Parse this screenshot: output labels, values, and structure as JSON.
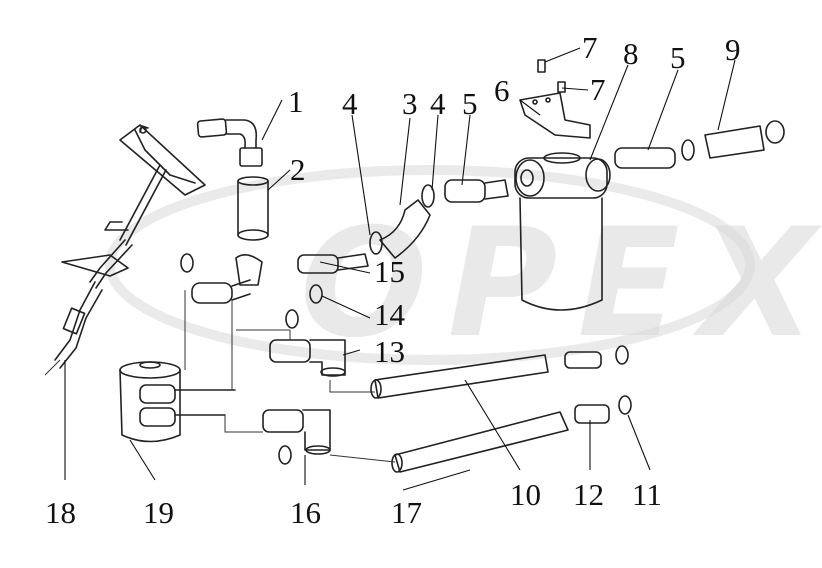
{
  "watermark": {
    "text": "OPEX"
  },
  "corner_mark": "",
  "callouts": [
    {
      "id": "c1",
      "label": "1"
    },
    {
      "id": "c2",
      "label": "2"
    },
    {
      "id": "c3",
      "label": "3"
    },
    {
      "id": "c4a",
      "label": "4"
    },
    {
      "id": "c4b",
      "label": "4"
    },
    {
      "id": "c5a",
      "label": "5"
    },
    {
      "id": "c5b",
      "label": "5"
    },
    {
      "id": "c6",
      "label": "6"
    },
    {
      "id": "c7a",
      "label": "7"
    },
    {
      "id": "c7b",
      "label": "7"
    },
    {
      "id": "c8",
      "label": "8"
    },
    {
      "id": "c9",
      "label": "9"
    },
    {
      "id": "c10",
      "label": "10"
    },
    {
      "id": "c11",
      "label": "11"
    },
    {
      "id": "c12",
      "label": "12"
    },
    {
      "id": "c13",
      "label": "13"
    },
    {
      "id": "c14",
      "label": "14"
    },
    {
      "id": "c15",
      "label": "15"
    },
    {
      "id": "c16",
      "label": "16"
    },
    {
      "id": "c17",
      "label": "17"
    },
    {
      "id": "c18",
      "label": "18"
    },
    {
      "id": "c19",
      "label": "19"
    }
  ]
}
